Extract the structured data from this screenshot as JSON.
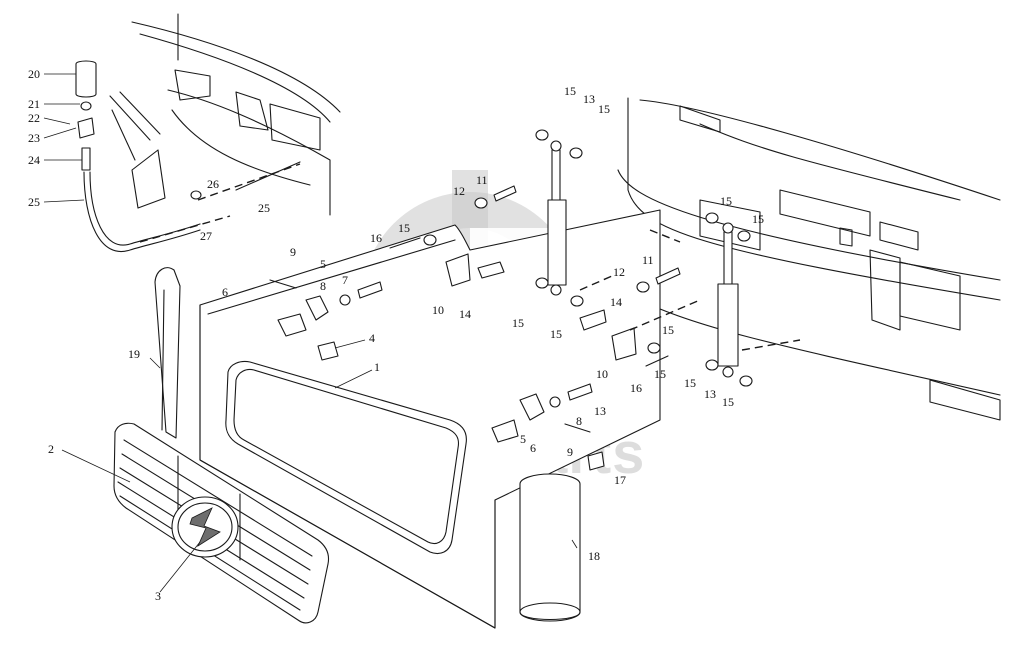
{
  "watermark": {
    "text": "data-parts",
    "color": "#c8c8c8"
  },
  "callouts": [
    {
      "id": "c1",
      "label": "1"
    },
    {
      "id": "c2",
      "label": "2"
    },
    {
      "id": "c3",
      "label": "3"
    },
    {
      "id": "c4",
      "label": "4"
    },
    {
      "id": "c5a",
      "label": "5"
    },
    {
      "id": "c5b",
      "label": "5"
    },
    {
      "id": "c6a",
      "label": "6"
    },
    {
      "id": "c6b",
      "label": "6"
    },
    {
      "id": "c7",
      "label": "7"
    },
    {
      "id": "c8a",
      "label": "8"
    },
    {
      "id": "c8b",
      "label": "8"
    },
    {
      "id": "c9a",
      "label": "9"
    },
    {
      "id": "c9b",
      "label": "9"
    },
    {
      "id": "c10a",
      "label": "10"
    },
    {
      "id": "c10b",
      "label": "10"
    },
    {
      "id": "c11a",
      "label": "11"
    },
    {
      "id": "c11b",
      "label": "11"
    },
    {
      "id": "c12a",
      "label": "12"
    },
    {
      "id": "c12b",
      "label": "12"
    },
    {
      "id": "c13a",
      "label": "13"
    },
    {
      "id": "c13b",
      "label": "13"
    },
    {
      "id": "c13c",
      "label": "13"
    },
    {
      "id": "c14a",
      "label": "14"
    },
    {
      "id": "c14b",
      "label": "14"
    },
    {
      "id": "c15a",
      "label": "15"
    },
    {
      "id": "c15b",
      "label": "15"
    },
    {
      "id": "c15c",
      "label": "15"
    },
    {
      "id": "c15d",
      "label": "15"
    },
    {
      "id": "c15e",
      "label": "15"
    },
    {
      "id": "c15f",
      "label": "15"
    },
    {
      "id": "c15g",
      "label": "15"
    },
    {
      "id": "c15h",
      "label": "15"
    },
    {
      "id": "c15i",
      "label": "15"
    },
    {
      "id": "c15j",
      "label": "15"
    },
    {
      "id": "c15k",
      "label": "15"
    },
    {
      "id": "c16a",
      "label": "16"
    },
    {
      "id": "c16b",
      "label": "16"
    },
    {
      "id": "c17",
      "label": "17"
    },
    {
      "id": "c18",
      "label": "18"
    },
    {
      "id": "c19",
      "label": "19"
    },
    {
      "id": "c20",
      "label": "20"
    },
    {
      "id": "c21",
      "label": "21"
    },
    {
      "id": "c22",
      "label": "22"
    },
    {
      "id": "c23",
      "label": "23"
    },
    {
      "id": "c24",
      "label": "24"
    },
    {
      "id": "c25a",
      "label": "25"
    },
    {
      "id": "c25b",
      "label": "25"
    },
    {
      "id": "c26",
      "label": "26"
    },
    {
      "id": "c27",
      "label": "27"
    }
  ]
}
